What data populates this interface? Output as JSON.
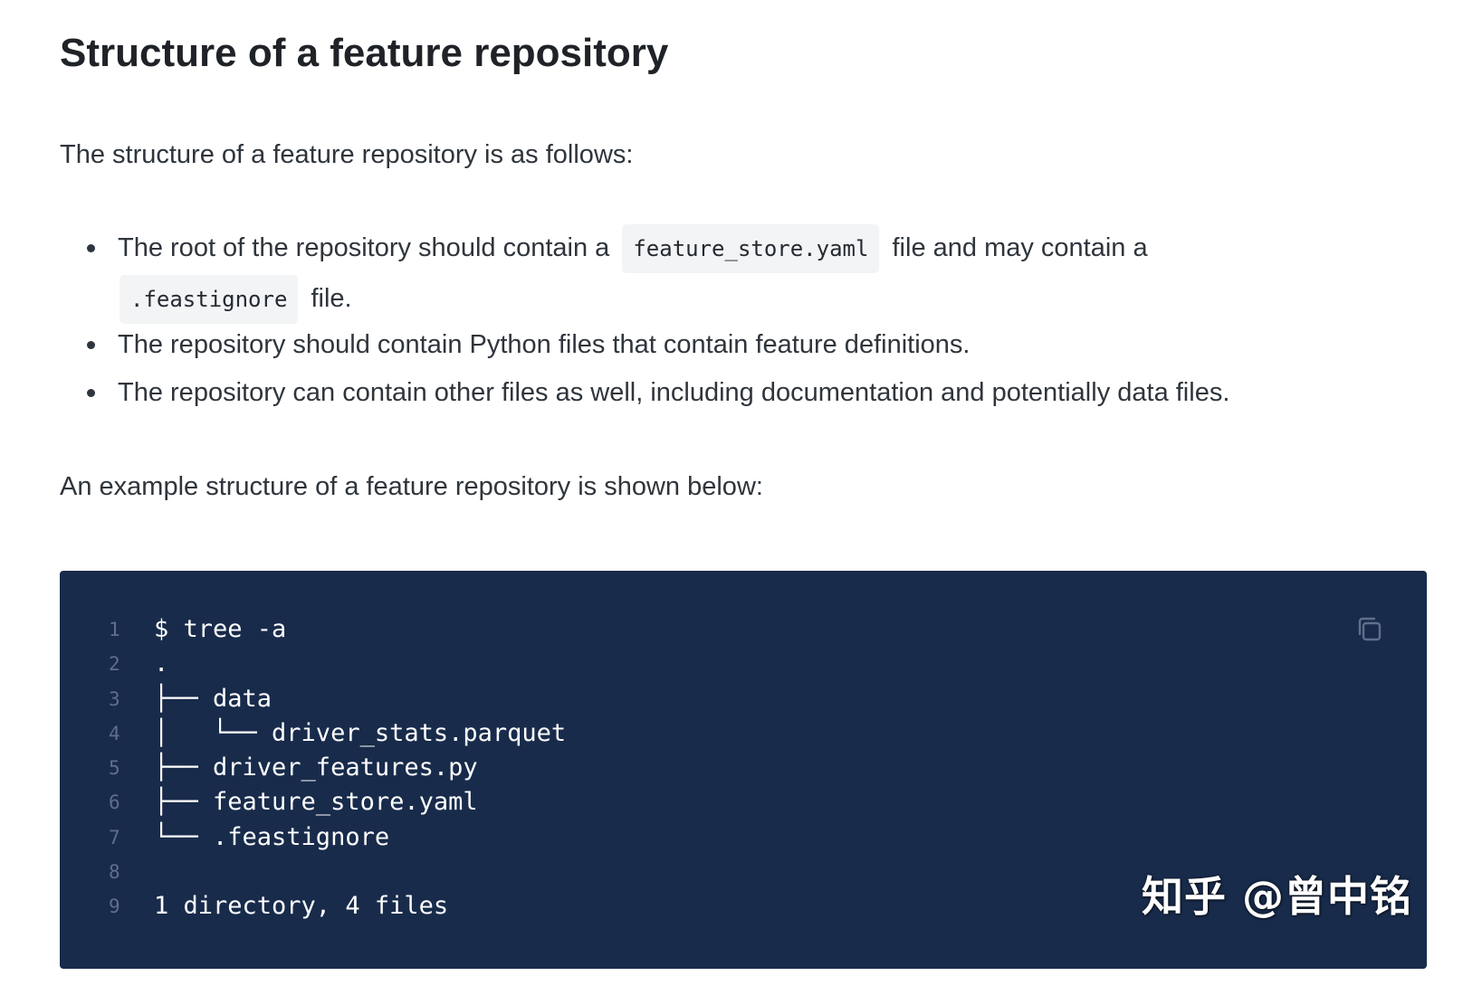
{
  "heading": "Structure of a feature repository",
  "intro": "The structure of a feature repository is as follows:",
  "bullets": {
    "b1": {
      "part1": "The root of the repository should contain a",
      "code1": "feature_store.yaml",
      "part2": "file and may contain a",
      "code2": ".feastignore",
      "part3": "file."
    },
    "b2": "The repository should contain Python files that contain feature definitions.",
    "b3": "The repository can contain other files as well, including documentation and potentially data files."
  },
  "example_intro": "An example structure of a feature repository is shown below:",
  "code_block": {
    "lines": [
      {
        "num": "1",
        "text": "$ tree -a"
      },
      {
        "num": "2",
        "text": "."
      },
      {
        "num": "3",
        "text": "├── data"
      },
      {
        "num": "4",
        "text": "│   └── driver_stats.parquet"
      },
      {
        "num": "5",
        "text": "├── driver_features.py"
      },
      {
        "num": "6",
        "text": "├── feature_store.yaml"
      },
      {
        "num": "7",
        "text": "└── .feastignore"
      },
      {
        "num": "8",
        "text": ""
      },
      {
        "num": "9",
        "text": "1 directory, 4 files"
      }
    ],
    "copy_icon": "copy-icon",
    "background": "#182b4b"
  },
  "watermark": "知乎 @曾中铭"
}
